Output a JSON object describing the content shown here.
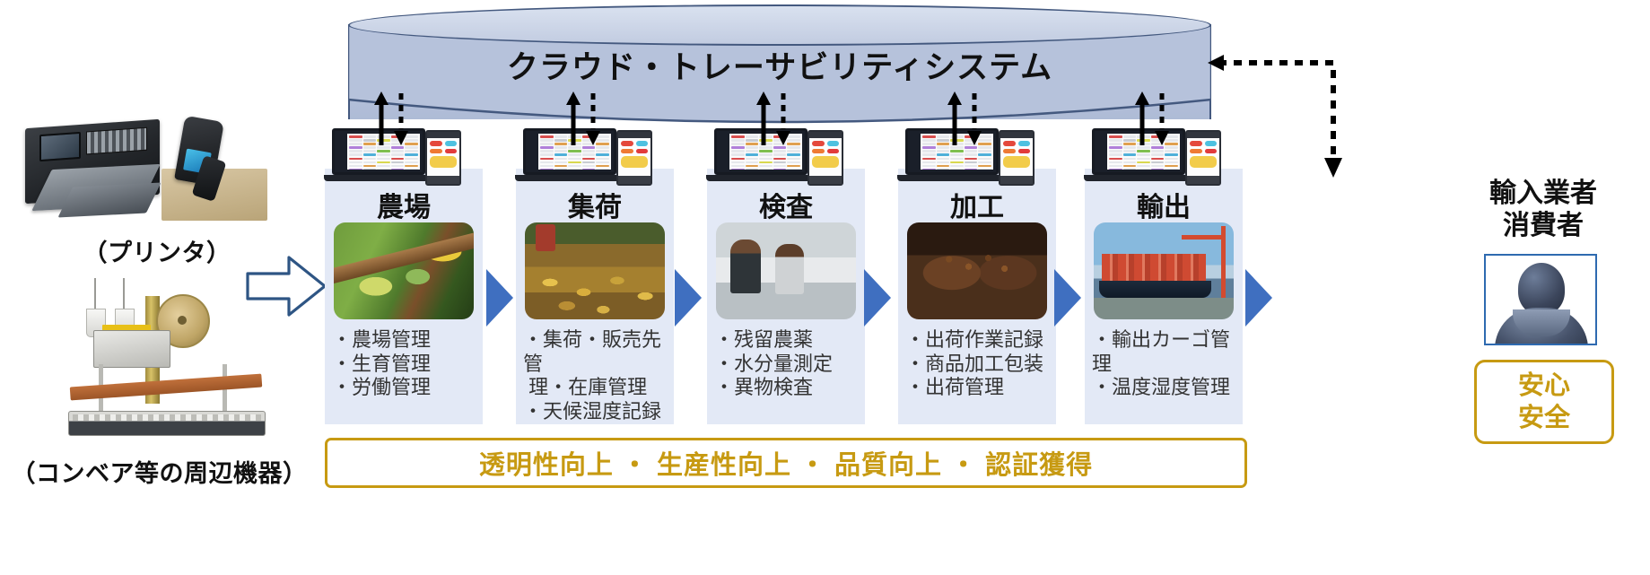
{
  "cloud": {
    "title": "クラウド・トレーサビリティシステム"
  },
  "left_equipment": {
    "printer_label": "（プリンタ）",
    "conveyor_label": "（コンベア等の周辺機器）",
    "printer_icon": "label-printer-photo",
    "scanner_icon": "handheld-barcode-scanner-photo",
    "conveyor_icon": "conveyor-taping-machine-photo",
    "flow_arrow_icon": "right-outline-arrow-icon"
  },
  "stages": [
    {
      "title": "農場",
      "photo_icon": "cacao-pods-on-tree-photo",
      "bullets": [
        "・農場管理",
        "・生育管理",
        "・労働管理"
      ]
    },
    {
      "title": "集荷",
      "photo_icon": "harvested-cacao-pods-photo",
      "bullets": [
        "・集荷・販売先管\n 理・在庫管理",
        "・天候湿度記録"
      ]
    },
    {
      "title": "検査",
      "photo_icon": "inspection-workers-photo",
      "bullets": [
        "・残留農薬",
        "・水分量測定",
        "・異物検査"
      ]
    },
    {
      "title": "加工",
      "photo_icon": "hands-holding-cacao-beans-photo",
      "bullets": [
        "・出荷作業記録",
        "・商品加工包装",
        "・出荷管理"
      ]
    },
    {
      "title": "輸出",
      "photo_icon": "container-ship-at-port-photo",
      "bullets": [
        "・輸出カーゴ管理",
        "・温度湿度管理"
      ]
    }
  ],
  "device_icons": {
    "laptop": "laptop-dashboard-icon",
    "phone": "smartphone-app-icon",
    "uplink": "dashed-up-down-arrow-icon",
    "stage_arrow": "blue-triangle-arrow-icon"
  },
  "consumer": {
    "title_line1": "輸入業者",
    "title_line2": "消費者",
    "avatar_icon": "person-silhouette-icon",
    "feedback_arrow_icon": "dashed-feedback-arrow-icon"
  },
  "assurance": {
    "line1": "安心",
    "line2": "安全"
  },
  "banner": {
    "text": "透明性向上 ・ 生産性向上 ・ 品質向上 ・ 認証獲得"
  },
  "colors": {
    "cloud_fill": "#b9c5dd",
    "cloud_stroke": "#44597f",
    "stage_fill": "#e3e9f6",
    "arrow_blue": "#3f6fc0",
    "gold": "#c79a12",
    "consumer_border": "#2e6ab0"
  }
}
